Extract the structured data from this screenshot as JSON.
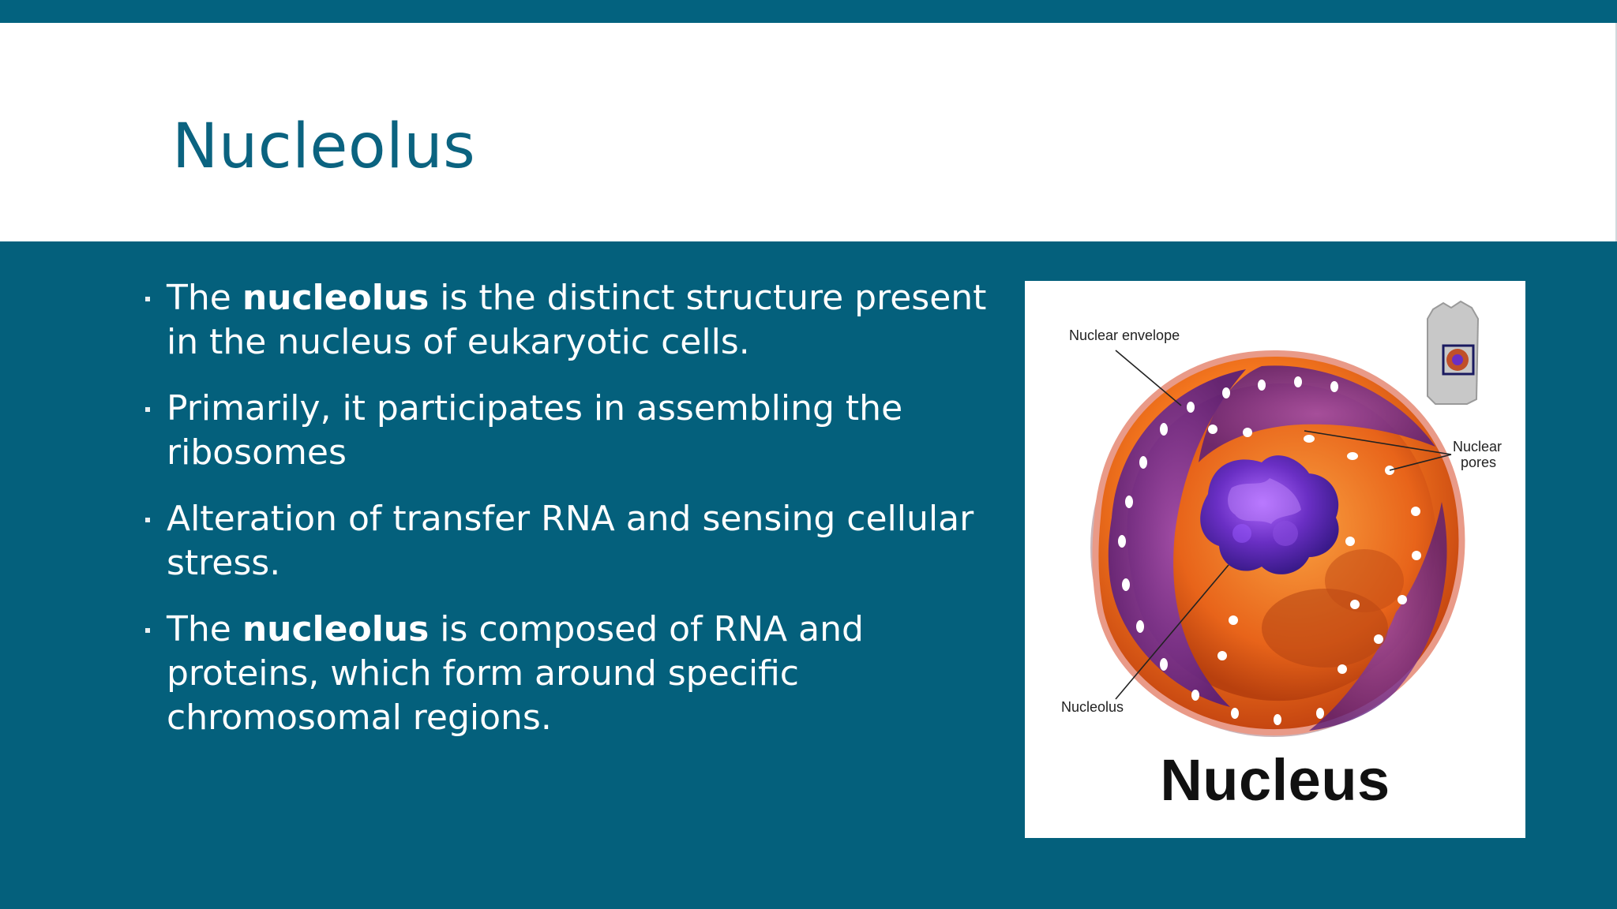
{
  "slide": {
    "title": "Nucleolus",
    "bullets": [
      {
        "parts": [
          {
            "text": "The ",
            "bold": false
          },
          {
            "text": "nucleolus",
            "bold": true
          },
          {
            "text": " is the distinct structure present in the nucleus of eukaryotic cells.",
            "bold": false
          }
        ]
      },
      {
        "parts": [
          {
            "text": "Primarily, it participates in assembling the ribosomes",
            "bold": false
          }
        ]
      },
      {
        "parts": [
          {
            "text": "Alteration of transfer RNA and sensing cellular stress.",
            "bold": false
          }
        ]
      },
      {
        "parts": [
          {
            "text": "The ",
            "bold": false
          },
          {
            "text": "nucleolus",
            "bold": true
          },
          {
            "text": " is composed of RNA and proteins, which form around specific chromosomal regions.",
            "bold": false
          }
        ]
      }
    ]
  },
  "figure": {
    "caption": "Nucleus",
    "labels": {
      "nuclear_envelope": "Nuclear envelope",
      "nuclear_pores_line1": "Nuclear",
      "nuclear_pores_line2": "pores",
      "nucleolus": "Nucleolus"
    }
  },
  "colors": {
    "band": "#04607c",
    "title": "#0b6380",
    "nucleus_orange": "#f06a1c",
    "envelope_purple": "#7a2e8e",
    "nucleolus_purple": "#6a2fc4"
  }
}
